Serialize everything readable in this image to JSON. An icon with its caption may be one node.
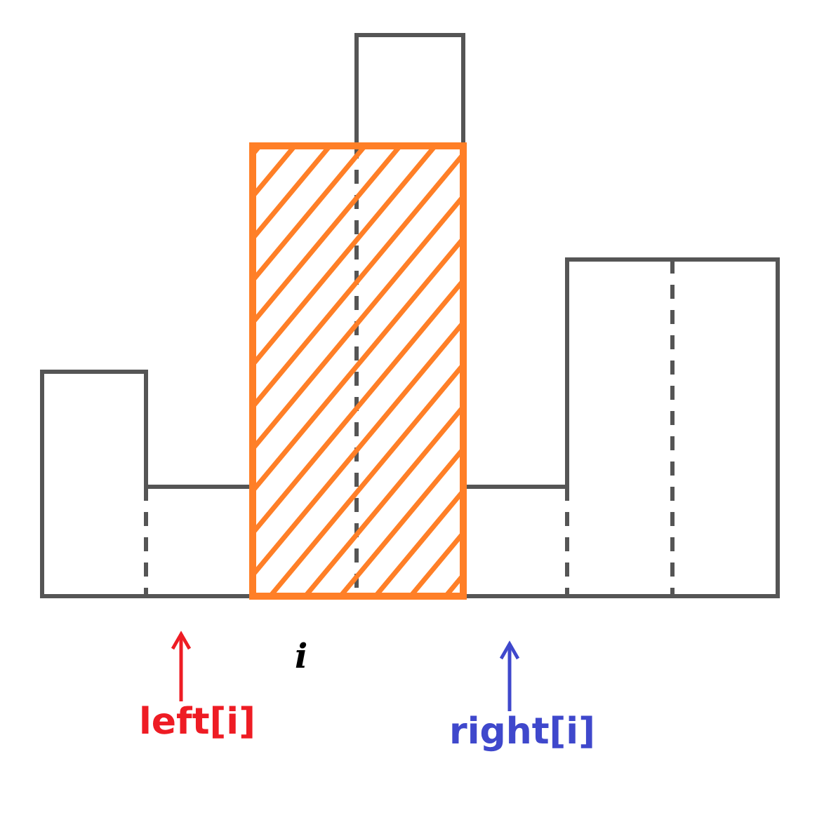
{
  "diagram": {
    "nodes": [
      {
        "text": [
          "left[i]"
        ]
      },
      {
        "text": [
          "right[i]"
        ]
      }
    ],
    "edges": [
      {
        "from": 0,
        "to": null,
        "arrow": "to",
        "color": "#ee1c24"
      },
      {
        "from": 1,
        "to": null,
        "arrow": "to",
        "color": "#3f48cc"
      }
    ],
    "labels": [
      "i"
    ]
  }
}
